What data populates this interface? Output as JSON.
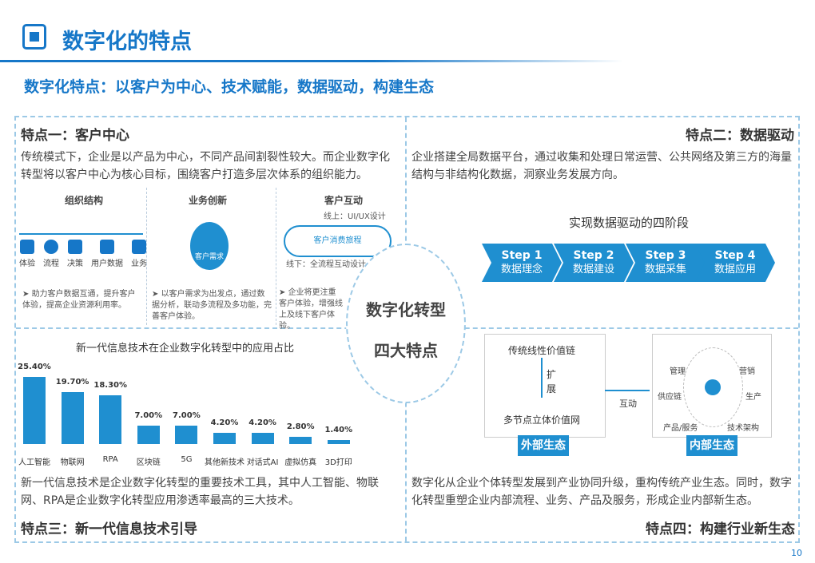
{
  "header": {
    "title": "数字化的特点",
    "subtitle": "数字化特点：以客户为中心、技术赋能，数据驱动，构建生态"
  },
  "center": {
    "line1": "数字化转型",
    "line2": "四大特点"
  },
  "q1": {
    "title": "特点一：客户中心",
    "text": "传统模式下，企业是以产品为中心，不同产品间割裂性较大。而企业数字化转型将以客户中心为核心目标，围绕客户打造多层次体系的组织能力。",
    "col1": {
      "title": "组织结构",
      "icons": [
        "体验",
        "流程",
        "决策",
        "用户数据",
        "业务"
      ],
      "note": "助力客户数据互通，提升客户体验，提高企业资源利用率。"
    },
    "col2": {
      "title": "业务创新",
      "circle": "客户需求",
      "note": "以客户需求为出发点，通过数据分析，联动多流程及多功能，完善客户体验。"
    },
    "col3": {
      "title": "客户互动",
      "online": "线上：UI/UX设计",
      "loop": "客户消费旅程",
      "offline": "线下：全流程互动设计",
      "note": "企业将更注重客户体验，增强线上及线下客户体验。"
    }
  },
  "q2": {
    "title": "特点二：数据驱动",
    "text": "企业搭建全局数据平台，通过收集和处理日常运营、公共网络及第三方的海量结构与非结构化数据，洞察业务发展方向。",
    "stages_title": "实现数据驱动的四阶段",
    "steps": [
      {
        "step": "Step 1",
        "label": "数据理念"
      },
      {
        "step": "Step 2",
        "label": "数据建设"
      },
      {
        "step": "Step 3",
        "label": "数据采集"
      },
      {
        "step": "Step 4",
        "label": "数据应用"
      }
    ]
  },
  "q3": {
    "title": "特点三：新一代信息技术引导",
    "text": "新一代信息技术是企业数字化转型的重要技术工具，其中人工智能、物联网、RPA是企业数字化转型应用渗透率最高的三大技术。"
  },
  "q4": {
    "title": "特点四：构建行业新生态",
    "text": "数字化从企业个体转型发展到产业协同升级，重构传统产业生态。同时，数字化转型重塑企业内部流程、业务、产品及服务，形成企业内部新生态。",
    "external": {
      "top": "传统线性价值链",
      "expand": "扩展",
      "bottom": "多节点立体价值网",
      "tag": "外部生态"
    },
    "interact": "互动",
    "internal": {
      "nodes": [
        "管理",
        "营销",
        "供应链",
        "生产",
        "产品/服务",
        "技术架构"
      ],
      "tag": "内部生态"
    }
  },
  "chart_data": {
    "type": "bar",
    "title": "新一代信息技术在企业数字化转型中的应用占比",
    "categories": [
      "人工智能",
      "物联网",
      "RPA",
      "区块链",
      "5G",
      "其他新技术",
      "对话式AI",
      "虚拟仿真",
      "3D打印"
    ],
    "values": [
      25.4,
      19.7,
      18.3,
      7.0,
      7.0,
      4.2,
      4.2,
      2.8,
      1.4
    ],
    "labels": [
      "25.40%",
      "19.70%",
      "18.30%",
      "7.00%",
      "7.00%",
      "4.20%",
      "4.20%",
      "2.80%",
      "1.40%"
    ],
    "ylim": [
      0,
      25.4
    ]
  },
  "page_number": "10"
}
